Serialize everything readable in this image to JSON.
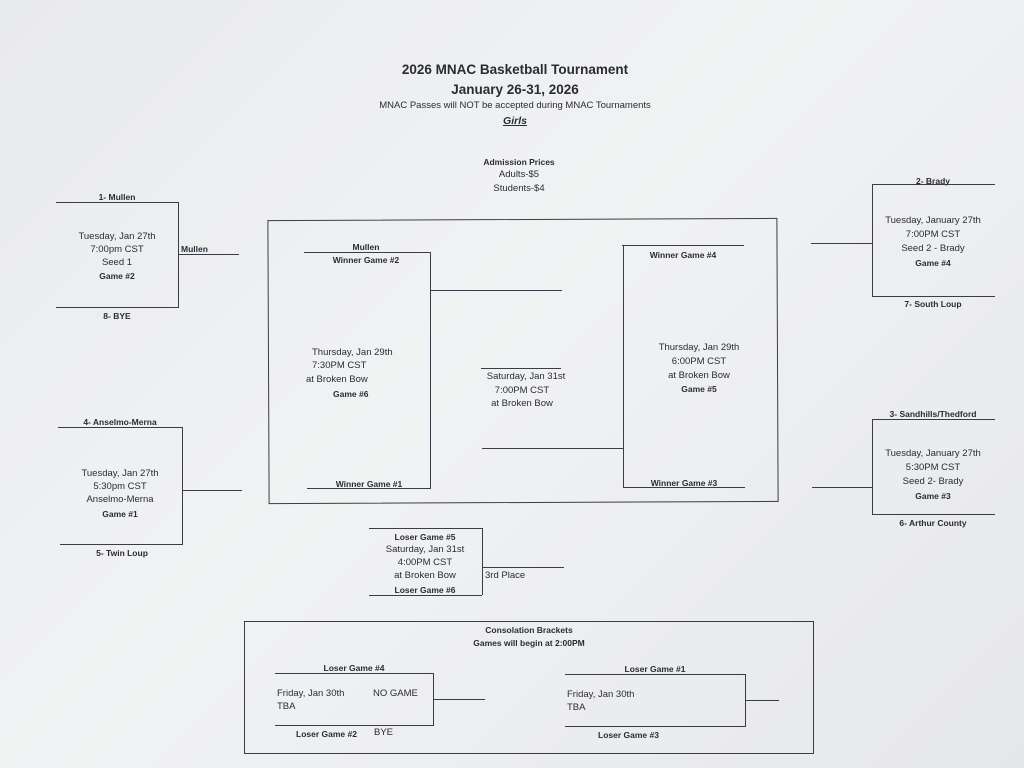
{
  "header": {
    "title": "2026 MNAC Basketball Tournament",
    "dates": "January 26-31, 2026",
    "notice": "MNAC Passes will NOT be accepted during MNAC Tournaments",
    "division": "Girls"
  },
  "admission": {
    "heading": "Admission Prices",
    "adults": "Adults-$5",
    "students": "Students-$4"
  },
  "game2": {
    "top_team": "1- Mullen",
    "bottom_team": "8- BYE",
    "date": "Tuesday, Jan 27th",
    "time": "7:00pm CST",
    "location": "Seed 1",
    "label": "Game #2",
    "winner": "Mullen"
  },
  "game1": {
    "top_team": "4- Anselmo-Merna",
    "bottom_team": "5- Twin Loup",
    "date": "Tuesday, Jan 27th",
    "time": "5:30pm CST",
    "location": "Anselmo-Merna",
    "label": "Game #1"
  },
  "game4": {
    "top_team": "2- Brady",
    "bottom_team": "7- South Loup",
    "date": "Tuesday, January 27th",
    "time": "7:00PM CST",
    "location": "Seed 2 - Brady",
    "label": "Game #4"
  },
  "game3": {
    "top_team": "3- Sandhills/Thedford",
    "bottom_team": "6- Arthur County",
    "date": "Tuesday, January 27th",
    "time": "5:30PM CST",
    "location": "Seed 2- Brady",
    "label": "Game #3"
  },
  "game6": {
    "advanced_team": "Mullen",
    "top_slot": "Winner Game #2",
    "bottom_slot": "Winner Game #1",
    "date": "Thursday, Jan 29th",
    "time": "7:30PM CST",
    "location": "at Broken Bow",
    "label": "Game #6"
  },
  "game5": {
    "top_slot": "Winner Game #4",
    "bottom_slot": "Winner Game #3",
    "date": "Thursday, Jan 29th",
    "time": "6:00PM CST",
    "location": "at Broken Bow",
    "label": "Game #5"
  },
  "final": {
    "date": "Saturday, Jan 31st",
    "time": "7:00PM CST",
    "location": "at Broken Bow"
  },
  "third_place": {
    "top_slot": "Loser Game #5",
    "date": "Saturday, Jan 31st",
    "time": "4:00PM CST",
    "location": "at Broken Bow",
    "bottom_slot": "Loser Game #6",
    "label": "3rd Place"
  },
  "consolation": {
    "heading": "Consolation Brackets",
    "subheading": "Games will begin at 2:00PM",
    "left": {
      "top_slot": "Loser Game #4",
      "date": "Friday, Jan 30th",
      "time": "TBA",
      "note": "NO GAME",
      "bottom_slot": "Loser Game #2",
      "bottom_note": "BYE"
    },
    "right": {
      "top_slot": "Loser Game #1",
      "date": "Friday, Jan 30th",
      "time": "TBA",
      "bottom_slot": "Loser Game #3"
    }
  }
}
